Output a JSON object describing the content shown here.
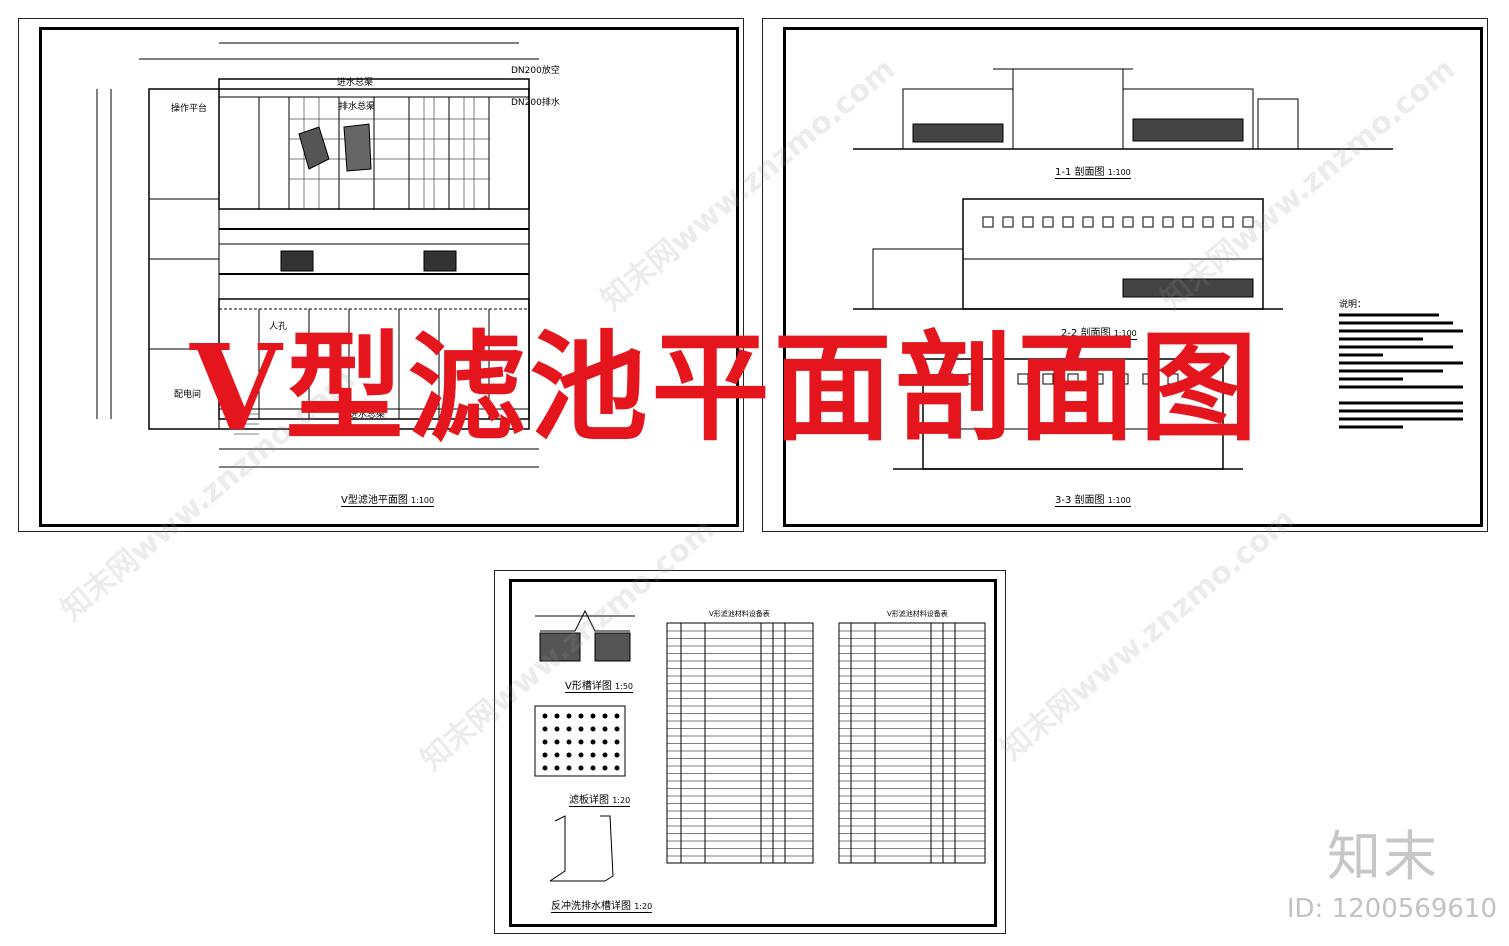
{
  "overlay_title": "V型滤池平面剖面图",
  "brand": "知末",
  "image_id": "ID: 1200569610",
  "watermark_text": "知末网www.znzmo.com",
  "sheets": {
    "plan": {
      "caption": "V型滤池平面图",
      "scale": "1:100",
      "labels": {
        "inlet_top": "进水总渠",
        "drain_top": "排水总渠",
        "inlet_bottom": "进水总渠",
        "operation": "操作平台",
        "power_room": "配电间",
        "dn_top": "DN200放空",
        "dn_drain": "DN200排水",
        "manhole": "人孔"
      }
    },
    "sections": {
      "s1": "1-1 剖面图",
      "s1_scale": "1:100",
      "s2": "2-2 剖面图",
      "s2_scale": "1:100",
      "s3": "3-3 剖面图",
      "s3_scale": "1:100",
      "notes_title": "说明："
    },
    "details": {
      "v_groove": "V形槽详图",
      "v_groove_scale": "1:50",
      "filter_plate": "滤板详图",
      "filter_plate_scale": "1:20",
      "backwash": "反冲洗排水槽详图",
      "backwash_scale": "1:20",
      "table1_title": "V形滤池材料设备表",
      "table2_title": "V形滤池材料设备表"
    }
  },
  "colors": {
    "overlay": "#e4151c",
    "line": "#000000"
  }
}
